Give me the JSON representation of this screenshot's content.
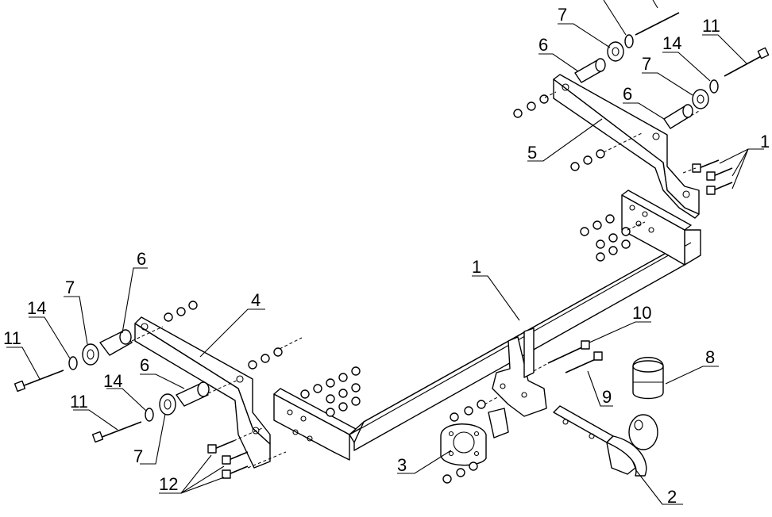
{
  "diagram": {
    "callouts": [
      {
        "id": "c-1-main",
        "label": "1"
      },
      {
        "id": "c-1-bolts",
        "label": "1"
      },
      {
        "id": "c-2",
        "label": "2"
      },
      {
        "id": "c-3",
        "label": "3"
      },
      {
        "id": "c-4",
        "label": "4"
      },
      {
        "id": "c-5",
        "label": "5"
      },
      {
        "id": "c-6-left-top",
        "label": "6"
      },
      {
        "id": "c-6-left-mid",
        "label": "6"
      },
      {
        "id": "c-6-right-top",
        "label": "6"
      },
      {
        "id": "c-6-right-mid",
        "label": "6"
      },
      {
        "id": "c-7-left-top",
        "label": "7"
      },
      {
        "id": "c-7-left-bottom",
        "label": "7"
      },
      {
        "id": "c-7-right-top",
        "label": "7"
      },
      {
        "id": "c-7-right-mid",
        "label": "7"
      },
      {
        "id": "c-8",
        "label": "8"
      },
      {
        "id": "c-9",
        "label": "9"
      },
      {
        "id": "c-10",
        "label": "10"
      },
      {
        "id": "c-11-left-top",
        "label": "11"
      },
      {
        "id": "c-11-left-bottom",
        "label": "11"
      },
      {
        "id": "c-11-right",
        "label": "11"
      },
      {
        "id": "c-12",
        "label": "12"
      },
      {
        "id": "c-14-left-top",
        "label": "14"
      },
      {
        "id": "c-14-left-bottom",
        "label": "14"
      },
      {
        "id": "c-14-right",
        "label": "14"
      }
    ]
  }
}
